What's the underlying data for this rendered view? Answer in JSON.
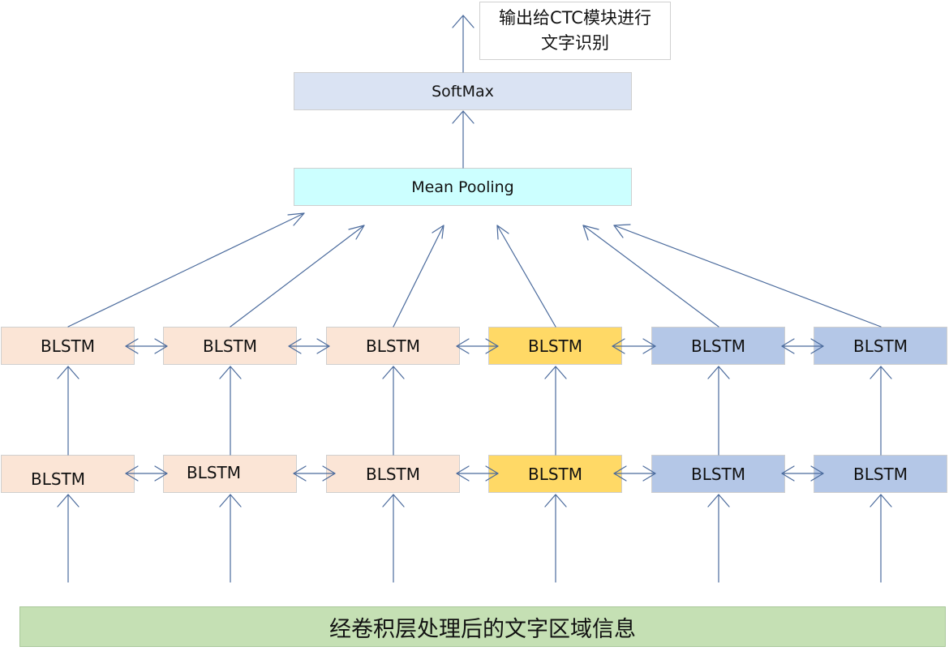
{
  "output_note": {
    "line1": "输出给CTC模块进行",
    "line2": "文字识别"
  },
  "softmax_label": "SoftMax",
  "pooling_label": "Mean Pooling",
  "upper_layer": [
    {
      "label": "BLSTM",
      "color": "#fbe5d6"
    },
    {
      "label": "BLSTM",
      "color": "#fbe5d6"
    },
    {
      "label": "BLSTM",
      "color": "#fbe5d6"
    },
    {
      "label": "BLSTM",
      "color": "#ffd966"
    },
    {
      "label": "BLSTM",
      "color": "#b4c7e7"
    },
    {
      "label": "BLSTM",
      "color": "#b4c7e7"
    }
  ],
  "lower_layer": [
    {
      "label": "BLSTM",
      "color": "#fbe5d6"
    },
    {
      "label": "BLSTM",
      "color": "#fbe5d6"
    },
    {
      "label": "BLSTM",
      "color": "#fbe5d6"
    },
    {
      "label": "BLSTM",
      "color": "#ffd966"
    },
    {
      "label": "BLSTM",
      "color": "#b4c7e7"
    },
    {
      "label": "BLSTM",
      "color": "#b4c7e7"
    }
  ],
  "input_label": "经卷积层处理后的文字区域信息",
  "colors": {
    "arrow": "#4a6a9c",
    "softmax_fill": "#dae3f3",
    "pooling_fill": "#ccffff",
    "input_fill": "#c5e0b4"
  }
}
